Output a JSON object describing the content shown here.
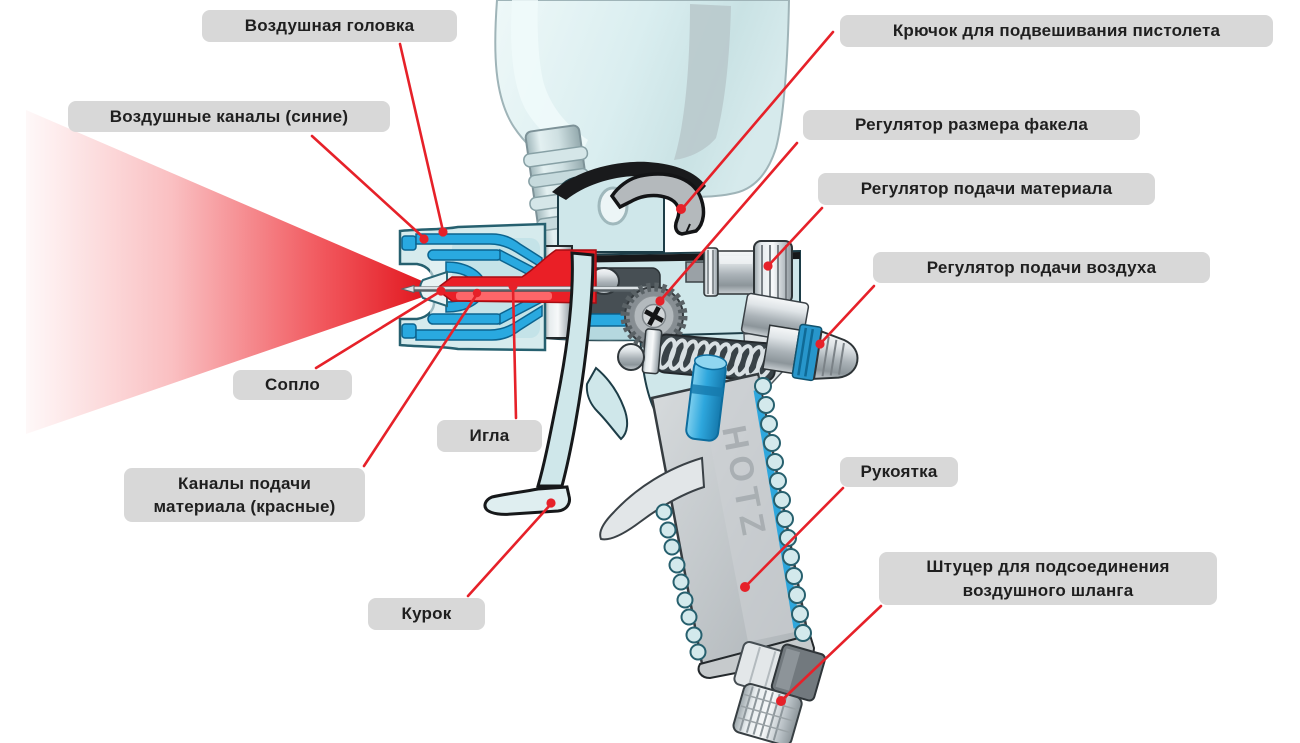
{
  "diagram": {
    "brand_text": "HOTZ"
  },
  "labels": [
    {
      "id": "air-head",
      "text": "Воздушная головка"
    },
    {
      "id": "air-channels",
      "text": "Воздушные каналы (синие)"
    },
    {
      "id": "nozzle",
      "text": "Сопло"
    },
    {
      "id": "needle",
      "text": "Игла"
    },
    {
      "id": "material-channels",
      "text": "Каналы подачи материала (красные)"
    },
    {
      "id": "trigger",
      "text": "Курок"
    },
    {
      "id": "hanging-hook",
      "text": "Крючок для подвешивания пистолета"
    },
    {
      "id": "fan-size-reg",
      "text": "Регулятор размера факела"
    },
    {
      "id": "material-reg",
      "text": "Регулятор подачи материала"
    },
    {
      "id": "air-reg",
      "text": "Регулятор подачи воздуха"
    },
    {
      "id": "handle",
      "text": "Рукоятка"
    },
    {
      "id": "air-hose-fitting",
      "text": "Штуцер для подсоединения воздушного шланга"
    }
  ],
  "colors": {
    "background": "#ffffff",
    "label_bg": "#d8d8d8",
    "label_text": "#1f1f1f",
    "leader_line": "#e62129",
    "air_channel_blue": "#29a9e0",
    "material_channel_red": "#ea1f26",
    "body_cyan": "#cfe7ea",
    "chrome": "#c9cfd3"
  }
}
